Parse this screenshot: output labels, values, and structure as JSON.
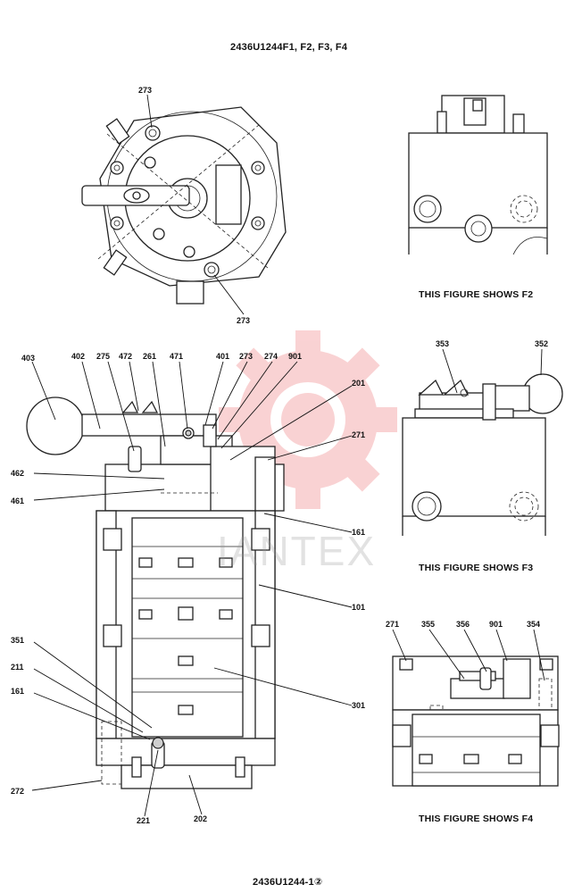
{
  "header": {
    "title": "2436U1244F1, F2, F3, F4"
  },
  "footer": {
    "code": "2436U1244-1②"
  },
  "watermark": {
    "text": "IANTEX",
    "color": "#e8383d"
  },
  "captions": {
    "f2": "THIS FIGURE SHOWS  F2",
    "f3": "THIS FIGURE SHOWS  F3",
    "f4": "THIS FIGURE SHOWS  F4"
  },
  "labels": {
    "top_view": {
      "a": "273",
      "b": "273"
    },
    "main_view": [
      "403",
      "402",
      "275",
      "472",
      "261",
      "471",
      "401",
      "273",
      "274",
      "901",
      "201",
      "271",
      "462",
      "461",
      "161",
      "101",
      "351",
      "211",
      "161",
      "301",
      "272",
      "221",
      "202"
    ],
    "f3_view": [
      "353",
      "352"
    ],
    "f4_view": [
      "271",
      "355",
      "356",
      "901",
      "354"
    ]
  }
}
